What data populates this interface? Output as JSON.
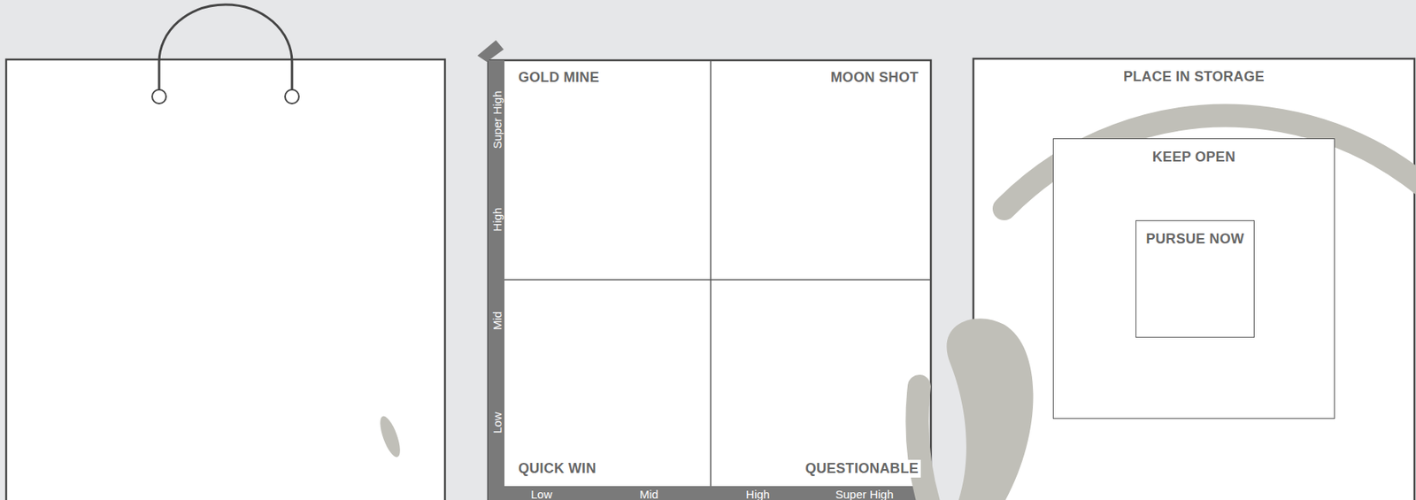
{
  "diagram": {
    "nodes": [
      {
        "text": [
          "GOLD MINE"
        ]
      },
      {
        "text": [
          "MOON SHOT"
        ]
      },
      {
        "text": [
          "QUICK WIN"
        ]
      },
      {
        "text": [
          "QUESTIONABLE"
        ]
      },
      {
        "text": [
          "PLACE IN STORAGE"
        ]
      },
      {
        "text": [
          "KEEP OPEN"
        ],
        "in": 4
      },
      {
        "text": [
          "PURSUE NOW"
        ],
        "in": 5
      }
    ],
    "labels": [
      "Super High",
      "High",
      "Mid",
      "Low",
      "Low",
      "Mid",
      "High",
      "Super High"
    ]
  }
}
